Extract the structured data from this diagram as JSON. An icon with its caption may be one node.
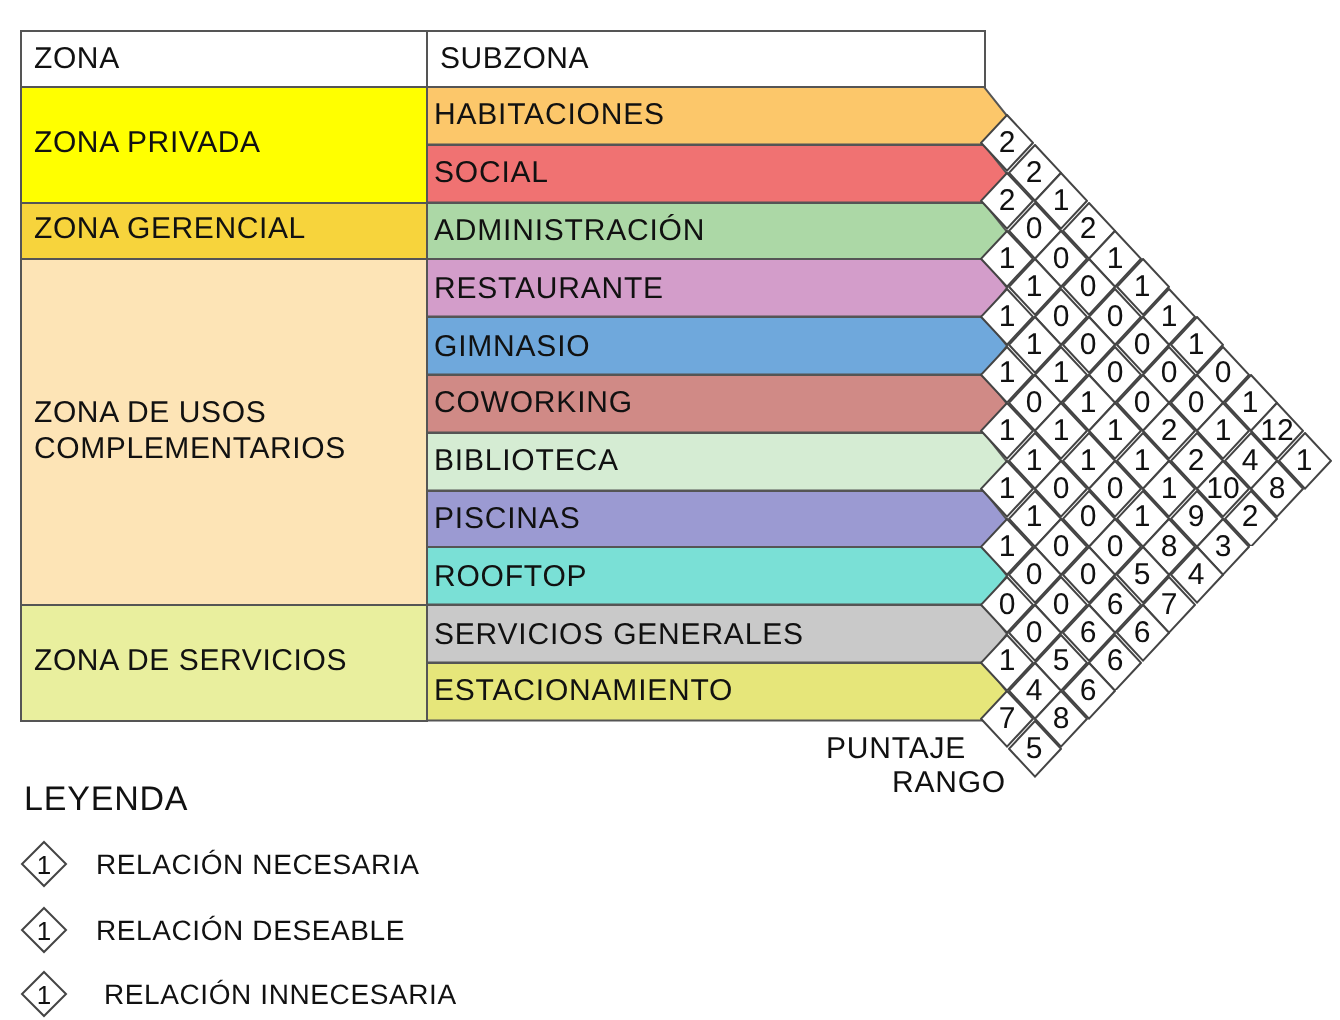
{
  "diagram": {
    "nodes": [
      {
        "text": [
          "ZONA"
        ]
      },
      {
        "text": [
          "SUBZONA"
        ]
      },
      {
        "text": [
          "ZONA PRIVADA"
        ]
      },
      {
        "text": [
          "HABITACIONES"
        ]
      },
      {
        "text": [
          "SOCIAL"
        ]
      },
      {
        "text": [
          "ZONA GERENCIAL"
        ]
      },
      {
        "text": [
          "ADMINISTRACIÓN"
        ]
      },
      {
        "text": [
          "ZONA DE USOS COMPLEMENTARIOS"
        ]
      },
      {
        "text": [
          "RESTAURANTE"
        ]
      },
      {
        "text": [
          "GIMNASIO"
        ]
      },
      {
        "text": [
          "COWORKING"
        ]
      },
      {
        "text": [
          "BIBLIOTECA"
        ]
      },
      {
        "text": [
          "PISCINAS"
        ]
      },
      {
        "text": [
          "ROOFTOP"
        ]
      },
      {
        "text": [
          "ZONA DE SERVICIOS"
        ]
      },
      {
        "text": [
          "SERVICIOS GENERALES"
        ]
      },
      {
        "text": [
          "ESTACIONAMIENTO"
        ]
      },
      {
        "text": [
          "2"
        ]
      },
      {
        "text": [
          "2"
        ]
      },
      {
        "text": [
          "2"
        ]
      },
      {
        "text": [
          "1"
        ]
      },
      {
        "text": [
          "0"
        ]
      },
      {
        "text": [
          "2"
        ]
      },
      {
        "text": [
          "1"
        ]
      },
      {
        "text": [
          "0"
        ]
      },
      {
        "text": [
          "1"
        ]
      },
      {
        "text": [
          "1"
        ]
      },
      {
        "text": [
          "0"
        ]
      },
      {
        "text": [
          "1"
        ]
      },
      {
        "text": [
          "1"
        ]
      },
      {
        "text": [
          "0"
        ]
      },
      {
        "text": [
          "0"
        ]
      },
      {
        "text": [
          "1"
        ]
      },
      {
        "text": [
          "1"
        ]
      },
      {
        "text": [
          "0"
        ]
      },
      {
        "text": [
          "0"
        ]
      },
      {
        "text": [
          "1"
        ]
      },
      {
        "text": [
          "1"
        ]
      },
      {
        "text": [
          "1"
        ]
      },
      {
        "text": [
          "0"
        ]
      },
      {
        "text": [
          "0"
        ]
      },
      {
        "text": [
          "0"
        ]
      },
      {
        "text": [
          "0"
        ]
      },
      {
        "text": [
          "1"
        ]
      },
      {
        "text": [
          "0"
        ]
      },
      {
        "text": [
          "0"
        ]
      },
      {
        "text": [
          "1"
        ]
      },
      {
        "text": [
          "1"
        ]
      },
      {
        "text": [
          "1"
        ]
      },
      {
        "text": [
          "1"
        ]
      },
      {
        "text": [
          "2"
        ]
      },
      {
        "text": [
          "1"
        ]
      },
      {
        "text": [
          "12"
        ]
      },
      {
        "text": [
          "1"
        ]
      },
      {
        "text": [
          "1"
        ]
      },
      {
        "text": [
          "1"
        ]
      },
      {
        "text": [
          "2"
        ]
      },
      {
        "text": [
          "4"
        ]
      },
      {
        "text": [
          "1"
        ]
      },
      {
        "text": [
          "1"
        ]
      },
      {
        "text": [
          "0"
        ]
      },
      {
        "text": [
          "0"
        ]
      },
      {
        "text": [
          "1"
        ]
      },
      {
        "text": [
          "10"
        ]
      },
      {
        "text": [
          "8"
        ]
      },
      {
        "text": [
          "1"
        ]
      },
      {
        "text": [
          "0"
        ]
      },
      {
        "text": [
          "1"
        ]
      },
      {
        "text": [
          "9"
        ]
      },
      {
        "text": [
          "2"
        ]
      },
      {
        "text": [
          "1"
        ]
      },
      {
        "text": [
          "0"
        ]
      },
      {
        "text": [
          "0"
        ]
      },
      {
        "text": [
          "8"
        ]
      },
      {
        "text": [
          "3"
        ]
      },
      {
        "text": [
          "0"
        ]
      },
      {
        "text": [
          "0"
        ]
      },
      {
        "text": [
          "5"
        ]
      },
      {
        "text": [
          "4"
        ]
      },
      {
        "text": [
          "0"
        ]
      },
      {
        "text": [
          "0"
        ]
      },
      {
        "text": [
          "6"
        ]
      },
      {
        "text": [
          "7"
        ]
      },
      {
        "text": [
          "0"
        ]
      },
      {
        "text": [
          "6"
        ]
      },
      {
        "text": [
          "6"
        ]
      },
      {
        "text": [
          "1"
        ]
      },
      {
        "text": [
          "5"
        ]
      },
      {
        "text": [
          "6"
        ]
      },
      {
        "text": [
          "4"
        ]
      },
      {
        "text": [
          "6"
        ]
      },
      {
        "text": [
          "7"
        ]
      },
      {
        "text": [
          "8"
        ]
      },
      {
        "text": [
          "5"
        ]
      }
    ],
    "edges": [],
    "labels": [
      "PUNTAJE",
      "RANGO",
      "LEYENDA",
      "1",
      "1",
      "1"
    ],
    "legend": [
      {
        "text": "RELACIÓN NECESARIA"
      },
      {
        "text": "RELACIÓN DESEABLE"
      },
      {
        "text": "RELACIÓN INNECESARIA"
      }
    ]
  }
}
